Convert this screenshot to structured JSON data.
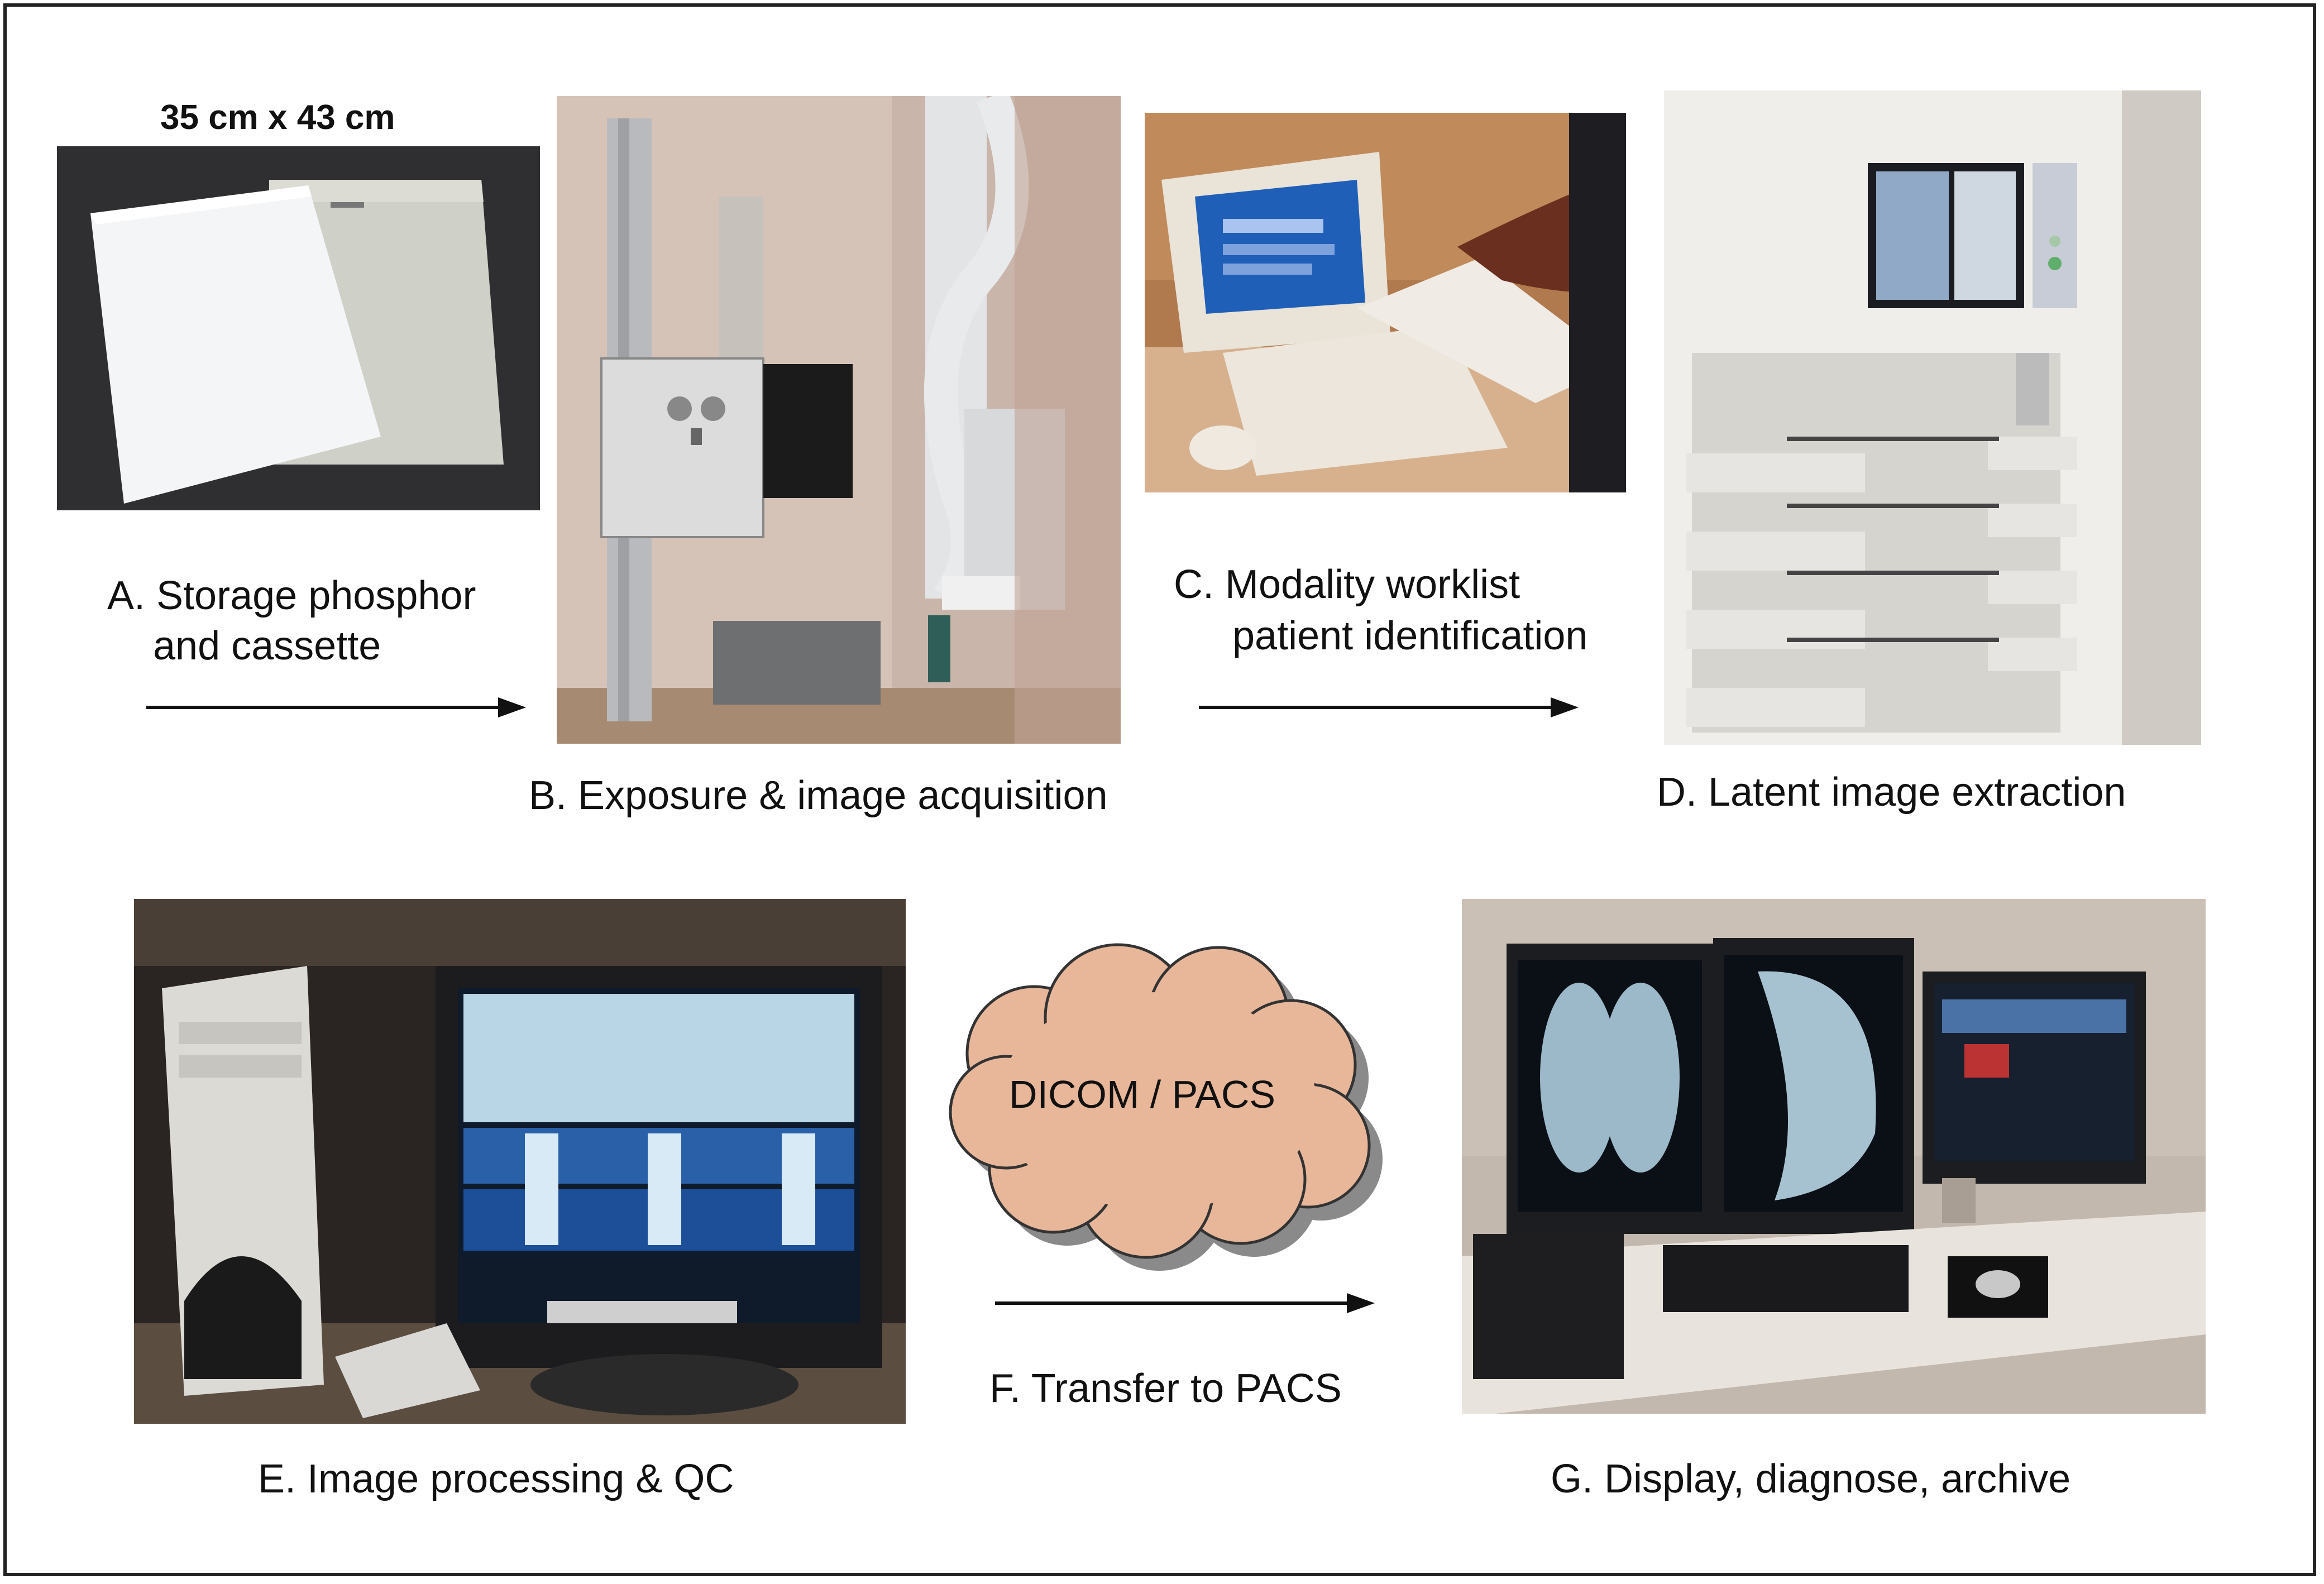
{
  "size_label": "35 cm x 43 cm",
  "steps": {
    "a": {
      "line1": "A. Storage phosphor",
      "line2": "and cassette"
    },
    "b": {
      "label": "B. Exposure & image acquisition"
    },
    "c": {
      "line1": "C. Modality worklist",
      "line2": "patient identification"
    },
    "d": {
      "label": "D. Latent image extraction"
    },
    "e": {
      "label": "E. Image processing & QC"
    },
    "f": {
      "label": "F. Transfer to PACS"
    },
    "g": {
      "label": "G. Display, diagnose, archive"
    }
  },
  "cloud": {
    "label": "DICOM / PACS",
    "fill": "#e8b79a"
  },
  "colors": {
    "arrow": "#111111",
    "border": "#222222"
  }
}
